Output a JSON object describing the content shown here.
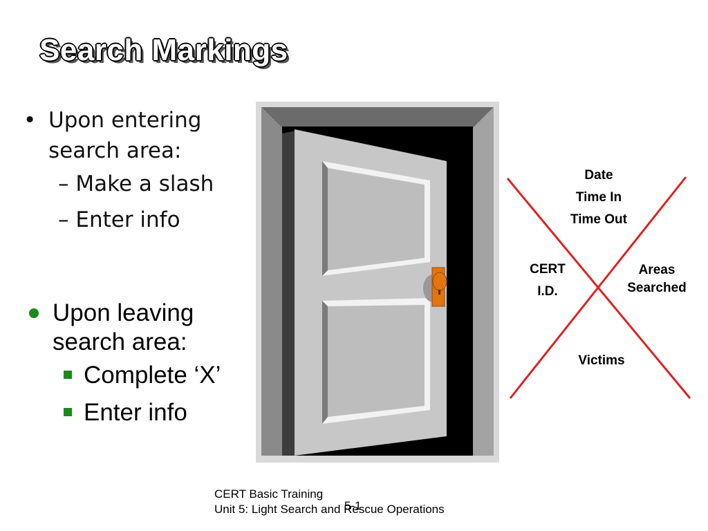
{
  "title": "Search Markings",
  "entering": {
    "bullet": "•",
    "heading": "Upon entering search area:",
    "items": [
      "– Make a slash",
      "– Enter info"
    ]
  },
  "leaving": {
    "heading": "Upon leaving search area:",
    "items": [
      "Complete ‘X’",
      "Enter info"
    ]
  },
  "marking": {
    "top_lines": [
      "Date",
      "Time In",
      "Time Out"
    ],
    "left_lines": [
      "CERT",
      "I.D."
    ],
    "right_lines": [
      "Areas",
      "Searched"
    ],
    "bottom": "Victims",
    "line_color": "#e02020"
  },
  "footer": {
    "line1": "CERT Basic Training",
    "line2": "Unit 5: Light Search and Rescue Operations",
    "page": "5-1"
  }
}
